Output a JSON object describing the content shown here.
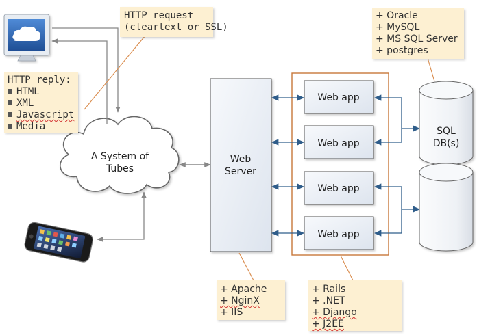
{
  "cloud": {
    "line1": "A System of",
    "line2": "Tubes"
  },
  "web_server": {
    "line1": "Web",
    "line2": "Server"
  },
  "web_apps": [
    "Web app",
    "Web app",
    "Web app",
    "Web app"
  ],
  "database": {
    "line1": "SQL",
    "line2": "DB(s)"
  },
  "notes": {
    "http_request": {
      "line1": "HTTP request",
      "line2": "(cleartext or SSL)"
    },
    "http_reply": {
      "title": "HTTP reply:",
      "items": [
        "HTML",
        "XML",
        "Javascript",
        "Media"
      ]
    },
    "databases": {
      "items": [
        "+ Oracle",
        "+ MySQL",
        "+ MS SQL Server",
        "+ postgres"
      ]
    },
    "servers": {
      "items": [
        "+ Apache",
        "+ NginX",
        "+ IIS"
      ]
    },
    "frameworks": {
      "items": [
        "+ Rails",
        "+ .NET",
        "+ Django",
        "+ J2EE"
      ]
    }
  },
  "colors": {
    "box_fill": "#eef2f7",
    "box_stroke": "#555555",
    "arrow_blue": "#2f5d8a",
    "arrow_gray": "#888888",
    "app_group_border": "#c8773a",
    "note_fill": "#fdf0d2",
    "monitor_screen": "#2a63b0"
  },
  "icons": [
    "monitor-icon",
    "smartphone-icon"
  ]
}
